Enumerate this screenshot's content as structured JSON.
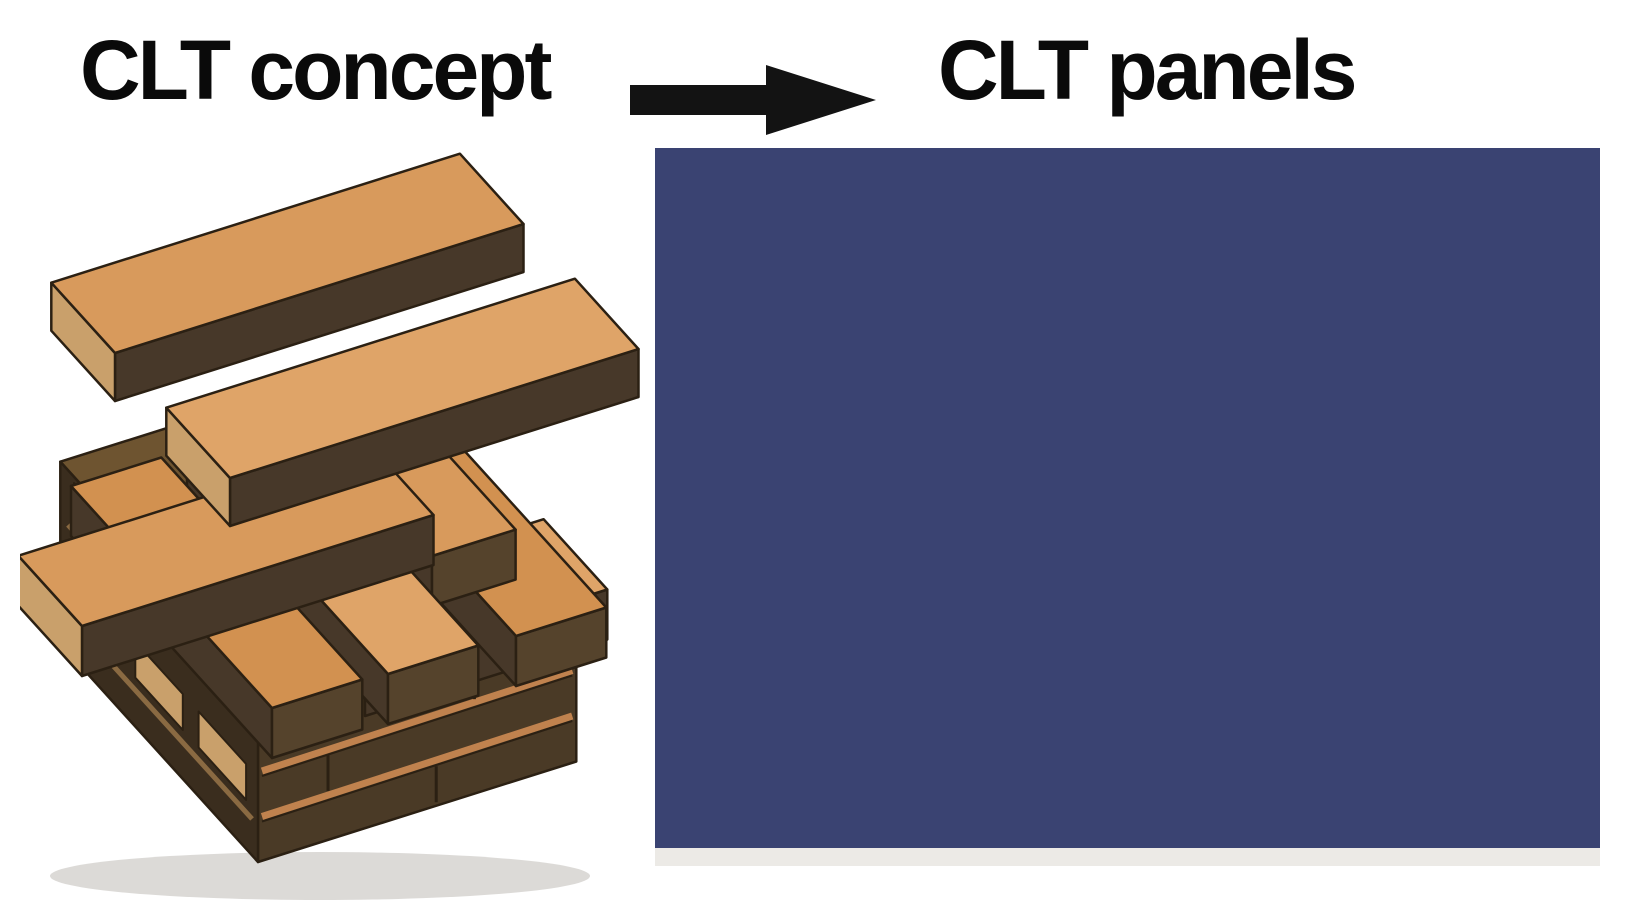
{
  "figure": {
    "left_label": "CLT concept",
    "right_label": "CLT panels"
  },
  "icons": {
    "arrow": "right-arrow"
  },
  "colors": {
    "label_text": "#0a0a0a",
    "arrow": "#131313",
    "wood_top_1": "#D89A5C",
    "wood_top_2": "#DFA468",
    "wood_top_3": "#D29150",
    "wood_side": "#473829",
    "wood_end_light": "#C9A06B",
    "wood_end_dark": "#55432C",
    "base_top": "#6E5430",
    "base_left_face": "#3A2D1E",
    "base_right_face": "#4A3A26",
    "lamination_accent": "#C0824E",
    "outline": "#2B2013",
    "panel_cream": "#DDD6C5",
    "gap_dark": "#584B36",
    "sky_white": "#F6F5F1",
    "beam_purple": "#6F6B8A",
    "band_blue": "#474C7E"
  }
}
